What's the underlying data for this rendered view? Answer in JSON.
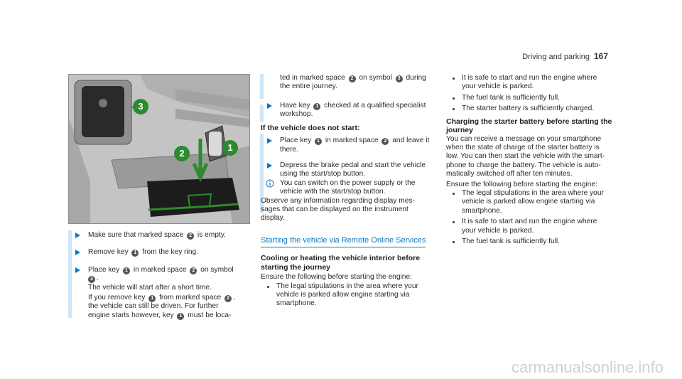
{
  "header": {
    "section": "Driving and parking",
    "page": "167"
  },
  "figure": {
    "callouts": [
      "1",
      "2",
      "3"
    ]
  },
  "col1": {
    "s1": [
      "Make sure that marked space ",
      "2",
      " is empty."
    ],
    "s2": [
      "Remove key ",
      "1",
      " from the key ring."
    ],
    "s3": [
      "Place key ",
      "1",
      " in marked space ",
      "2",
      " on symbol"
    ],
    "s3b": [
      "3",
      "."
    ],
    "s3c": "The vehicle will start after a short time.",
    "s3d": [
      "If you remove key ",
      "1",
      " from marked space ",
      "2",
      ","
    ],
    "s3e": "the vehicle can still be driven. For further",
    "s3f": [
      "engine starts however, key ",
      "1",
      " must be loca-"
    ]
  },
  "col2": {
    "c1": [
      "ted in marked space ",
      "2",
      " on symbol ",
      "3",
      " during"
    ],
    "c1b": "the entire journey.",
    "s4": [
      "Have key ",
      "1",
      " checked at a qualified specialist"
    ],
    "s4b": "workshop.",
    "h_nostart": "If the vehicle does not start:",
    "s5": [
      "Place key ",
      "1",
      " in marked space ",
      "2",
      " and leave it"
    ],
    "s5b": "there.",
    "s6": "Depress the brake pedal and start the vehicle",
    "s6b": "using the start/stop button.",
    "info": "You can switch on the power supply or the",
    "infob": "vehicle with the start/stop button.",
    "obs": [
      "Observe any information regarding display mes-",
      "sages that can be displayed on the instrument",
      "display."
    ],
    "link": "Starting the vehicle via Remote Online Services",
    "h_cool1": "Cooling or heating the vehicle interior before",
    "h_cool2": "starting the journey",
    "ensure": "Ensure the following before starting the engine:",
    "b1": [
      "The legal stipulations in the area where your",
      "vehicle is parked allow engine starting via",
      "smartphone."
    ]
  },
  "col3": {
    "b1": [
      "It is safe to start and run the engine where",
      "your vehicle is parked."
    ],
    "b2": "The fuel tank is sufficiently full.",
    "b3": "The starter battery is sufficiently charged.",
    "h_charge1": "Charging the starter battery before starting the",
    "h_charge2": "journey",
    "para": [
      "You can receive a message on your smartphone",
      "when the state of charge of the starter battery is",
      "low. You can then start the vehicle with the smart-",
      "phone to charge the battery. The vehicle is auto-",
      "matically switched off after ten minutes."
    ],
    "ensure": "Ensure the following before starting the engine:",
    "b4": [
      "The legal stipulations in the area where your",
      "vehicle is parked allow engine starting via",
      "smartphone."
    ],
    "b5": [
      "It is safe to start and run the engine where",
      "your vehicle is parked."
    ],
    "b6": "The fuel tank is sufficiently full."
  },
  "footer": {
    "watermark": "carmanualsonline.info"
  }
}
